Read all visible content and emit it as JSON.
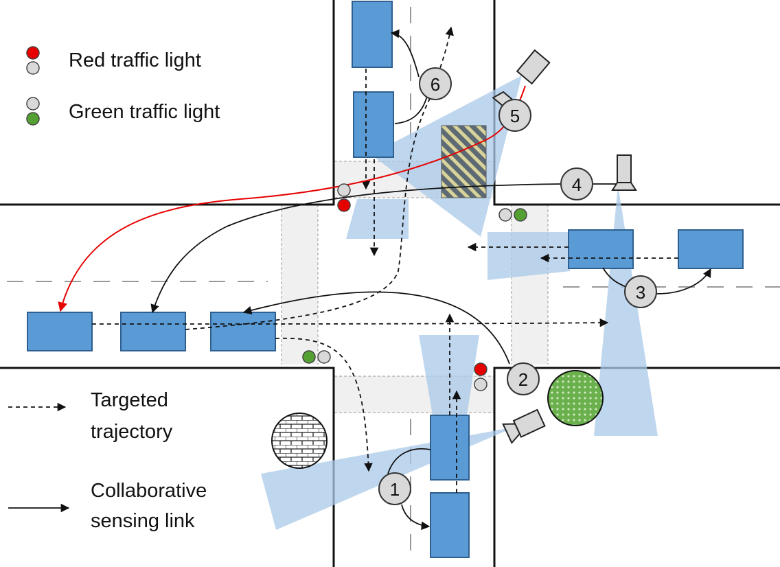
{
  "legend": {
    "red_light": "Red traffic light",
    "green_light": "Green traffic light",
    "targeted_line1": "Targeted",
    "targeted_line2": "trajectory",
    "collab_line1": "Collaborative",
    "collab_line2": "sensing link"
  },
  "markers": [
    "1",
    "2",
    "3",
    "4",
    "5",
    "6"
  ],
  "colors": {
    "vehicle": "#5b9bd5",
    "vehicle_border": "#2f5f8f",
    "sensor_cone": "#a9c9e8",
    "red_light": "#e60000",
    "green_light": "#55a032",
    "off_light": "#d9d9d9",
    "red_link": "#e60000",
    "marker_fill": "#d9d9d9",
    "tree": "#6ab04c"
  },
  "icons": [
    "camera-icon",
    "roadside-unit-icon",
    "brick-building-icon",
    "tree-icon"
  ]
}
